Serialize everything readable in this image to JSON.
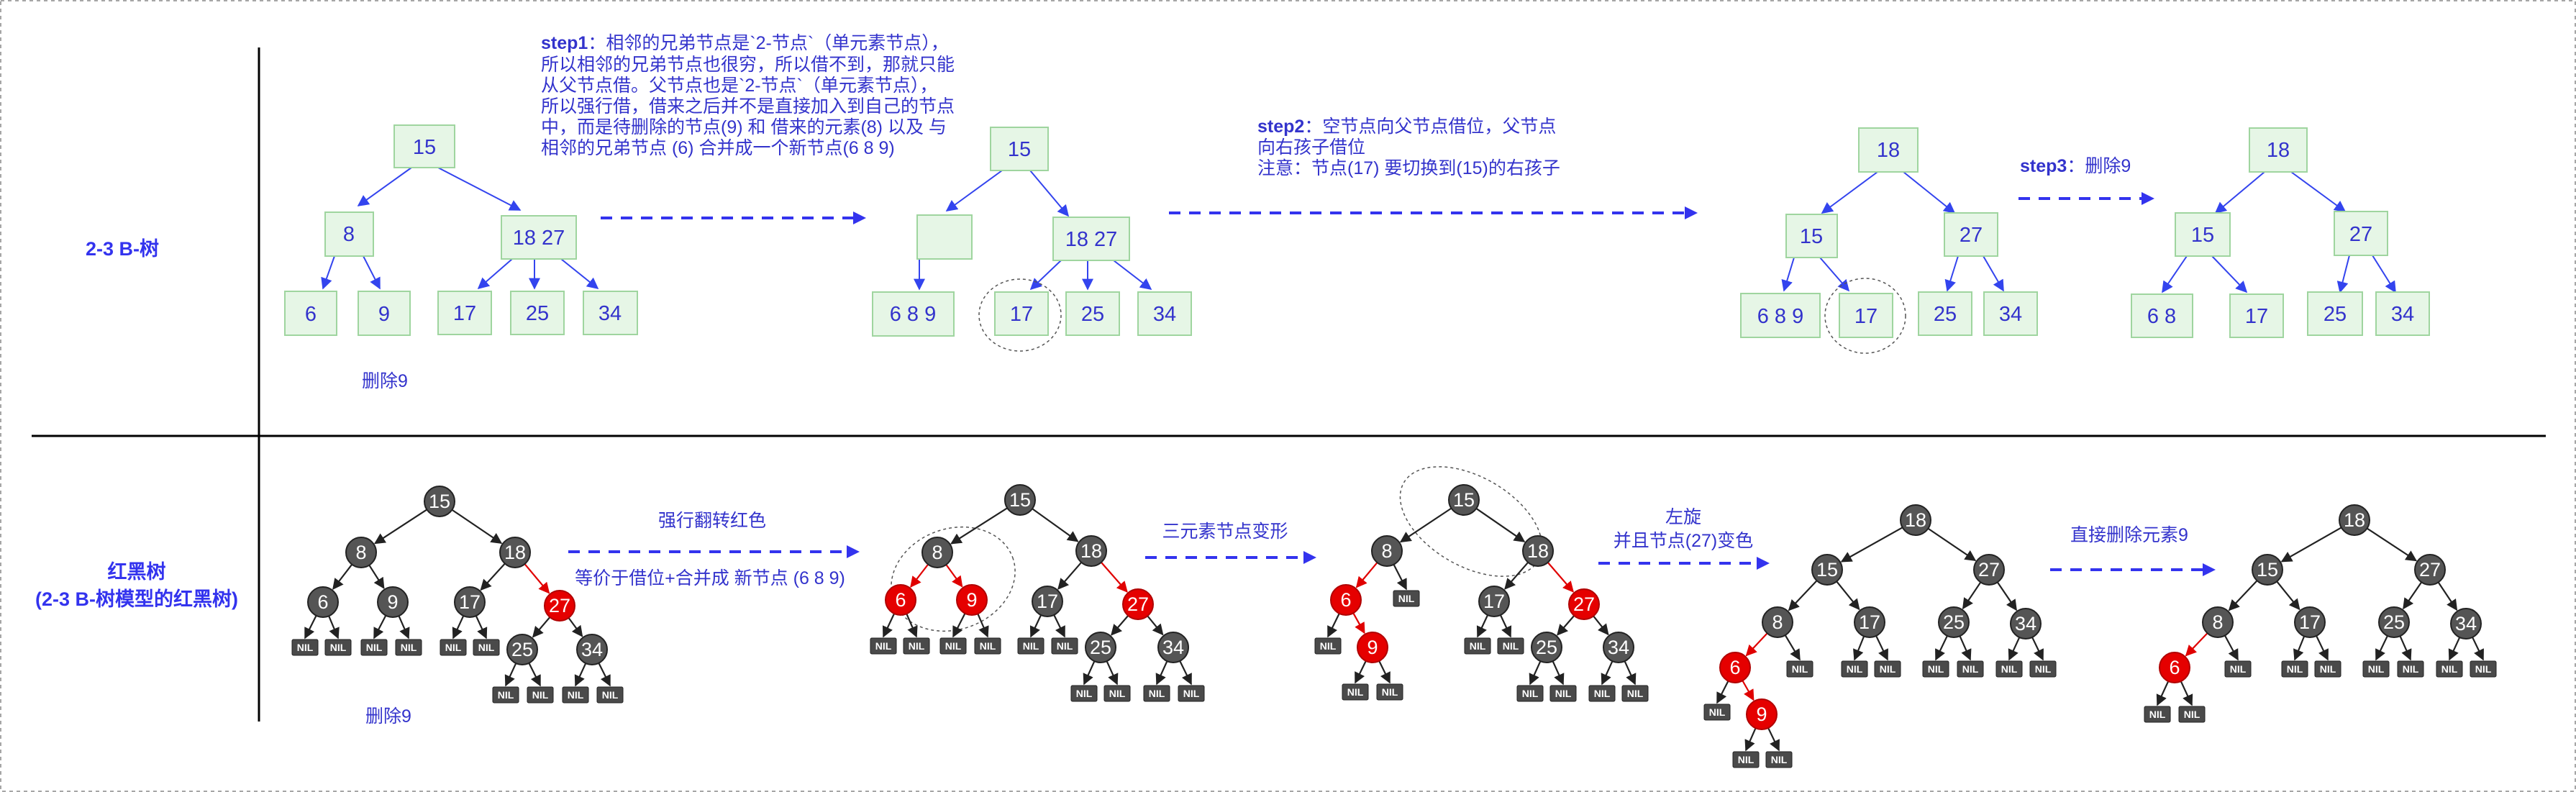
{
  "rows": {
    "btree_label": "2-3 B-树",
    "rbtree_label_line1": "红黑树",
    "rbtree_label_line2": "(2-3 B-树模型的红黑树)"
  },
  "btree": {
    "delete_label": "删除9",
    "step1": {
      "title": "step1",
      "lines": [
        "：相邻的兄弟节点是`2-节点`（单元素节点），",
        "所以相邻的兄弟节点也很穷，所以借不到，那就只能",
        "从父节点借。父节点也是`2-节点`（单元素节点），",
        "所以强行借，借来之后并不是直接加入到自己的节点",
        "中，而是待删除的节点(9) 和 借来的元素(8) 以及 与",
        "相邻的兄弟节点 (6) 合并成一个新节点(6  8  9)"
      ]
    },
    "step2": {
      "title": "step2",
      "lines": [
        "：空节点向父节点借位，父节点",
        "向右孩子借位",
        "注意：节点(17) 要切换到(15)的右孩子"
      ]
    },
    "step3": {
      "title": "step3",
      "text": "：删除9"
    },
    "trees": [
      {
        "nodes": [
          {
            "id": "t1_15",
            "keys": "15"
          },
          {
            "id": "t1_8",
            "keys": "8"
          },
          {
            "id": "t1_1827",
            "keys": "18   27"
          },
          {
            "id": "t1_6",
            "keys": "6"
          },
          {
            "id": "t1_9",
            "keys": "9"
          },
          {
            "id": "t1_17",
            "keys": "17"
          },
          {
            "id": "t1_25",
            "keys": "25"
          },
          {
            "id": "t1_34",
            "keys": "34"
          }
        ]
      },
      {
        "nodes": [
          {
            "id": "t2_15",
            "keys": "15"
          },
          {
            "id": "t2_empty",
            "keys": ""
          },
          {
            "id": "t2_1827",
            "keys": "18   27"
          },
          {
            "id": "t2_689",
            "keys": "6   8   9"
          },
          {
            "id": "t2_17",
            "keys": "17"
          },
          {
            "id": "t2_25",
            "keys": "25"
          },
          {
            "id": "t2_34",
            "keys": "34"
          }
        ]
      },
      {
        "nodes": [
          {
            "id": "t3_18",
            "keys": "18"
          },
          {
            "id": "t3_15",
            "keys": "15"
          },
          {
            "id": "t3_27",
            "keys": "27"
          },
          {
            "id": "t3_689",
            "keys": "6   8   9"
          },
          {
            "id": "t3_17",
            "keys": "17"
          },
          {
            "id": "t3_25",
            "keys": "25"
          },
          {
            "id": "t3_34",
            "keys": "34"
          }
        ]
      },
      {
        "nodes": [
          {
            "id": "t4_18",
            "keys": "18"
          },
          {
            "id": "t4_15",
            "keys": "15"
          },
          {
            "id": "t4_27",
            "keys": "27"
          },
          {
            "id": "t4_68",
            "keys": "6   8"
          },
          {
            "id": "t4_17",
            "keys": "17"
          },
          {
            "id": "t4_25",
            "keys": "25"
          },
          {
            "id": "t4_34",
            "keys": "34"
          }
        ]
      }
    ]
  },
  "rbtree": {
    "delete_label": "删除9",
    "nil_label": "NIL",
    "arrow1_top": "强行翻转红色",
    "arrow1_bottom": "等价于借位+合并成 新节点 (6  8  9)",
    "arrow2": "三元素节点变形",
    "arrow3_line1": "左旋",
    "arrow3_line2": "并且节点(27)变色",
    "arrow4": "直接删除元素9",
    "node_keys": {
      "k15": "15",
      "k8": "8",
      "k18": "18",
      "k6": "6",
      "k9": "9",
      "k17": "17",
      "k27": "27",
      "k25": "25",
      "k34": "34"
    }
  },
  "colors": {
    "accent": "#3333ee",
    "btree_node_fill": "#e6f6e6",
    "btree_node_stroke": "#9fd59f",
    "rb_black": "#555555",
    "rb_red": "#e50000"
  }
}
